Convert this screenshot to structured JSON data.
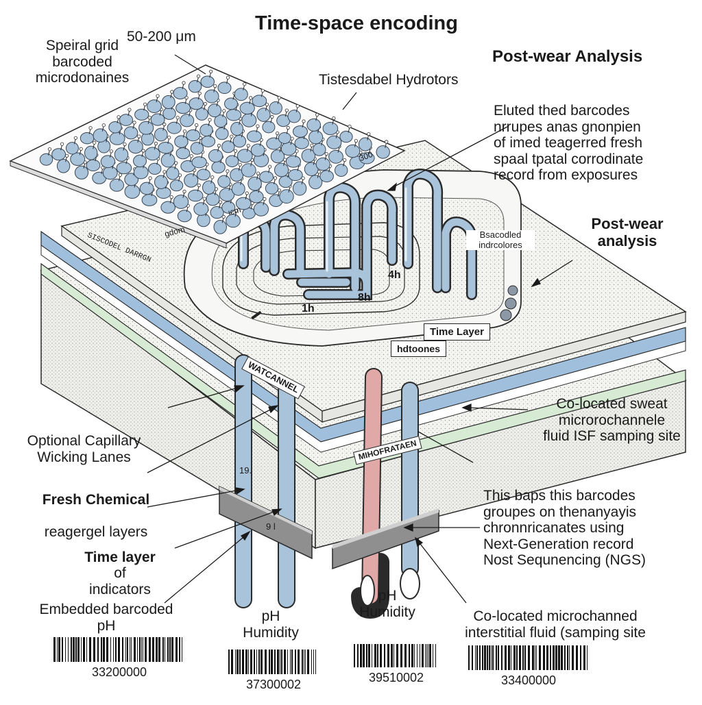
{
  "diagram": {
    "title": "Time-space encoding",
    "heading_post_wear": "Post-wear Analysis",
    "heading_post_wear_2": "Post-wear\nanalysis",
    "label_spiral_grid": "Speiral grid\nbarcoded\nmicrodonaines",
    "label_size": "50-200 μm",
    "label_hydrotors": "Tistesdabel Hydrotors",
    "label_eluted": "Eluted thed barcodes\nnrrupes anas gnonpien\nof imed teagerred fresh\nspaal tpatal corrodinate\nrecord from exposures",
    "label_barcoded_indicolores": "Bsacodled\nindrcolores",
    "label_time_layer_box": "Time Layer",
    "label_hydroones_box": "hdtoones",
    "label_sweat": "Co-located sweat\nmicrorochannele\nfluid ISF samping site",
    "label_capillary": "Optional Capillary\nWicking Lanes",
    "label_fresh_chemical_bold": "Fresh Chemical",
    "label_fresh_chemical_rest": "reagergel layers",
    "label_time_layer_bold": "Time layer",
    "label_time_layer_rest": "of\nindicators",
    "label_ngs": "This baps this barcodes\ngroupes on thenanyayis\nchronnricanates using\nNext-Generation record\nNost Sequnencing (NGS)",
    "label_embedded": "Embedded barcoded\npH",
    "label_interstitial": "Co-located microchanned\ninterstitial fluid (samping site",
    "label_ph_1": "pH\nHumidity",
    "label_ph_2": "pH\nHumidity",
    "label_watchannel": "WATCANNEL",
    "label_microfract": "MIHOFRATAEN",
    "label_side": "SISCODEL DARRGN",
    "label_um_1": "ιcm",
    "label_um_2": "gdom",
    "label_300": "300",
    "time_1h": "1h",
    "time_8h": "8h",
    "time_4h": "4h",
    "tube_mark_1": "19.",
    "tube_mark_2": "9 l",
    "barcodes": [
      "33200000",
      "37300002",
      "39510002",
      "33400000"
    ]
  },
  "colors": {
    "tube_blue": "#a9c3da",
    "tube_pink": "#e0a8a6",
    "layer_blue": "#9fbfdc",
    "layer_green": "#d6ead4",
    "stipple": "#f3f3f0",
    "outline": "#2a2a2a"
  }
}
